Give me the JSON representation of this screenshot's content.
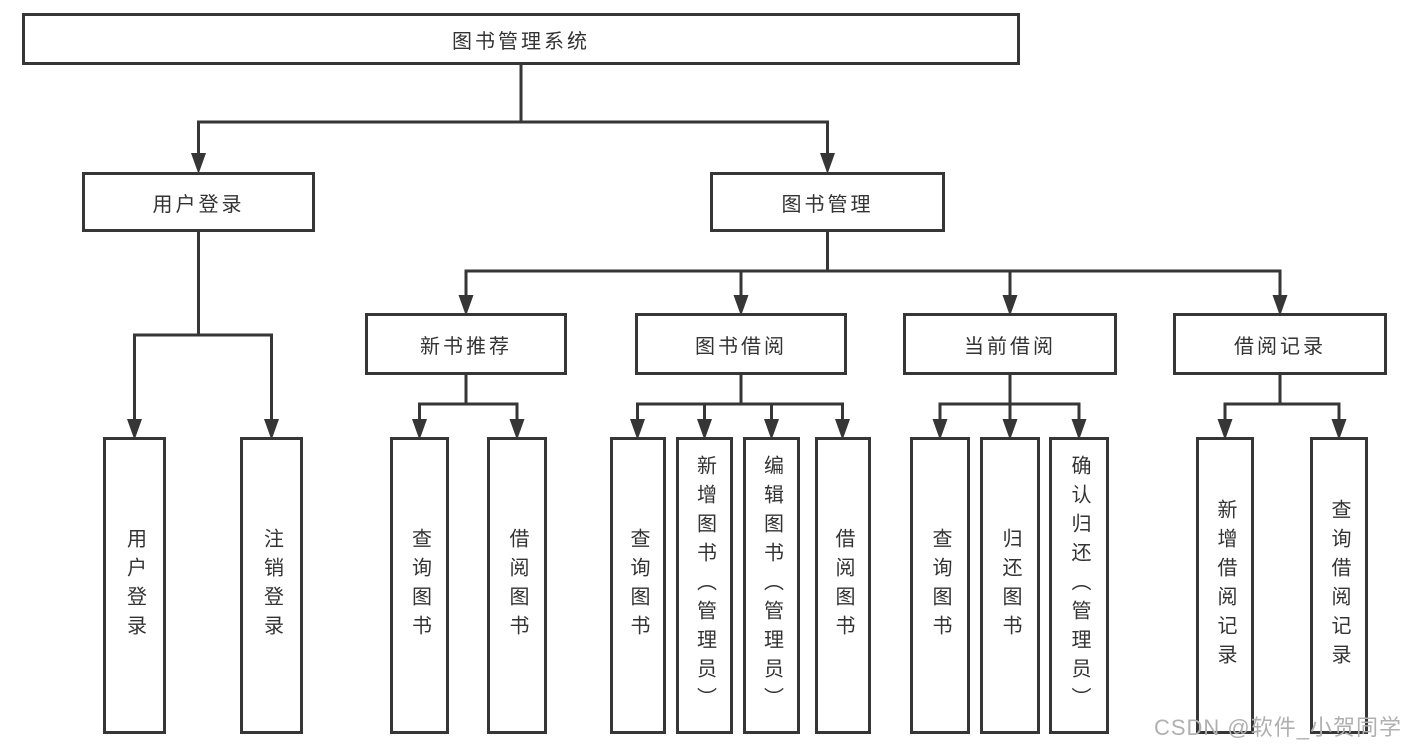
{
  "colors": {
    "line": "#363636",
    "text": "#333333",
    "background": "#ffffff",
    "watermark": "#b0b0b0"
  },
  "watermark": {
    "text": "CSDN @软件_小贺同学"
  },
  "tree": {
    "root": {
      "label": "图书管理系统",
      "children": [
        {
          "label": "用户登录",
          "children": [
            {
              "label": "用户登录"
            },
            {
              "label": "注销登录"
            }
          ]
        },
        {
          "label": "图书管理",
          "children": [
            {
              "label": "新书推荐",
              "children": [
                {
                  "label": "查询图书"
                },
                {
                  "label": "借阅图书"
                }
              ]
            },
            {
              "label": "图书借阅",
              "children": [
                {
                  "label": "查询图书"
                },
                {
                  "label": "新增图书（管理员）"
                },
                {
                  "label": "编辑图书（管理员）"
                },
                {
                  "label": "借阅图书"
                }
              ]
            },
            {
              "label": "当前借阅",
              "children": [
                {
                  "label": "查询图书"
                },
                {
                  "label": "归还图书"
                },
                {
                  "label": "确认归还（管理员）"
                }
              ]
            },
            {
              "label": "借阅记录",
              "children": [
                {
                  "label": "新增借阅记录"
                },
                {
                  "label": "查询借阅记录"
                }
              ]
            }
          ]
        }
      ]
    }
  }
}
